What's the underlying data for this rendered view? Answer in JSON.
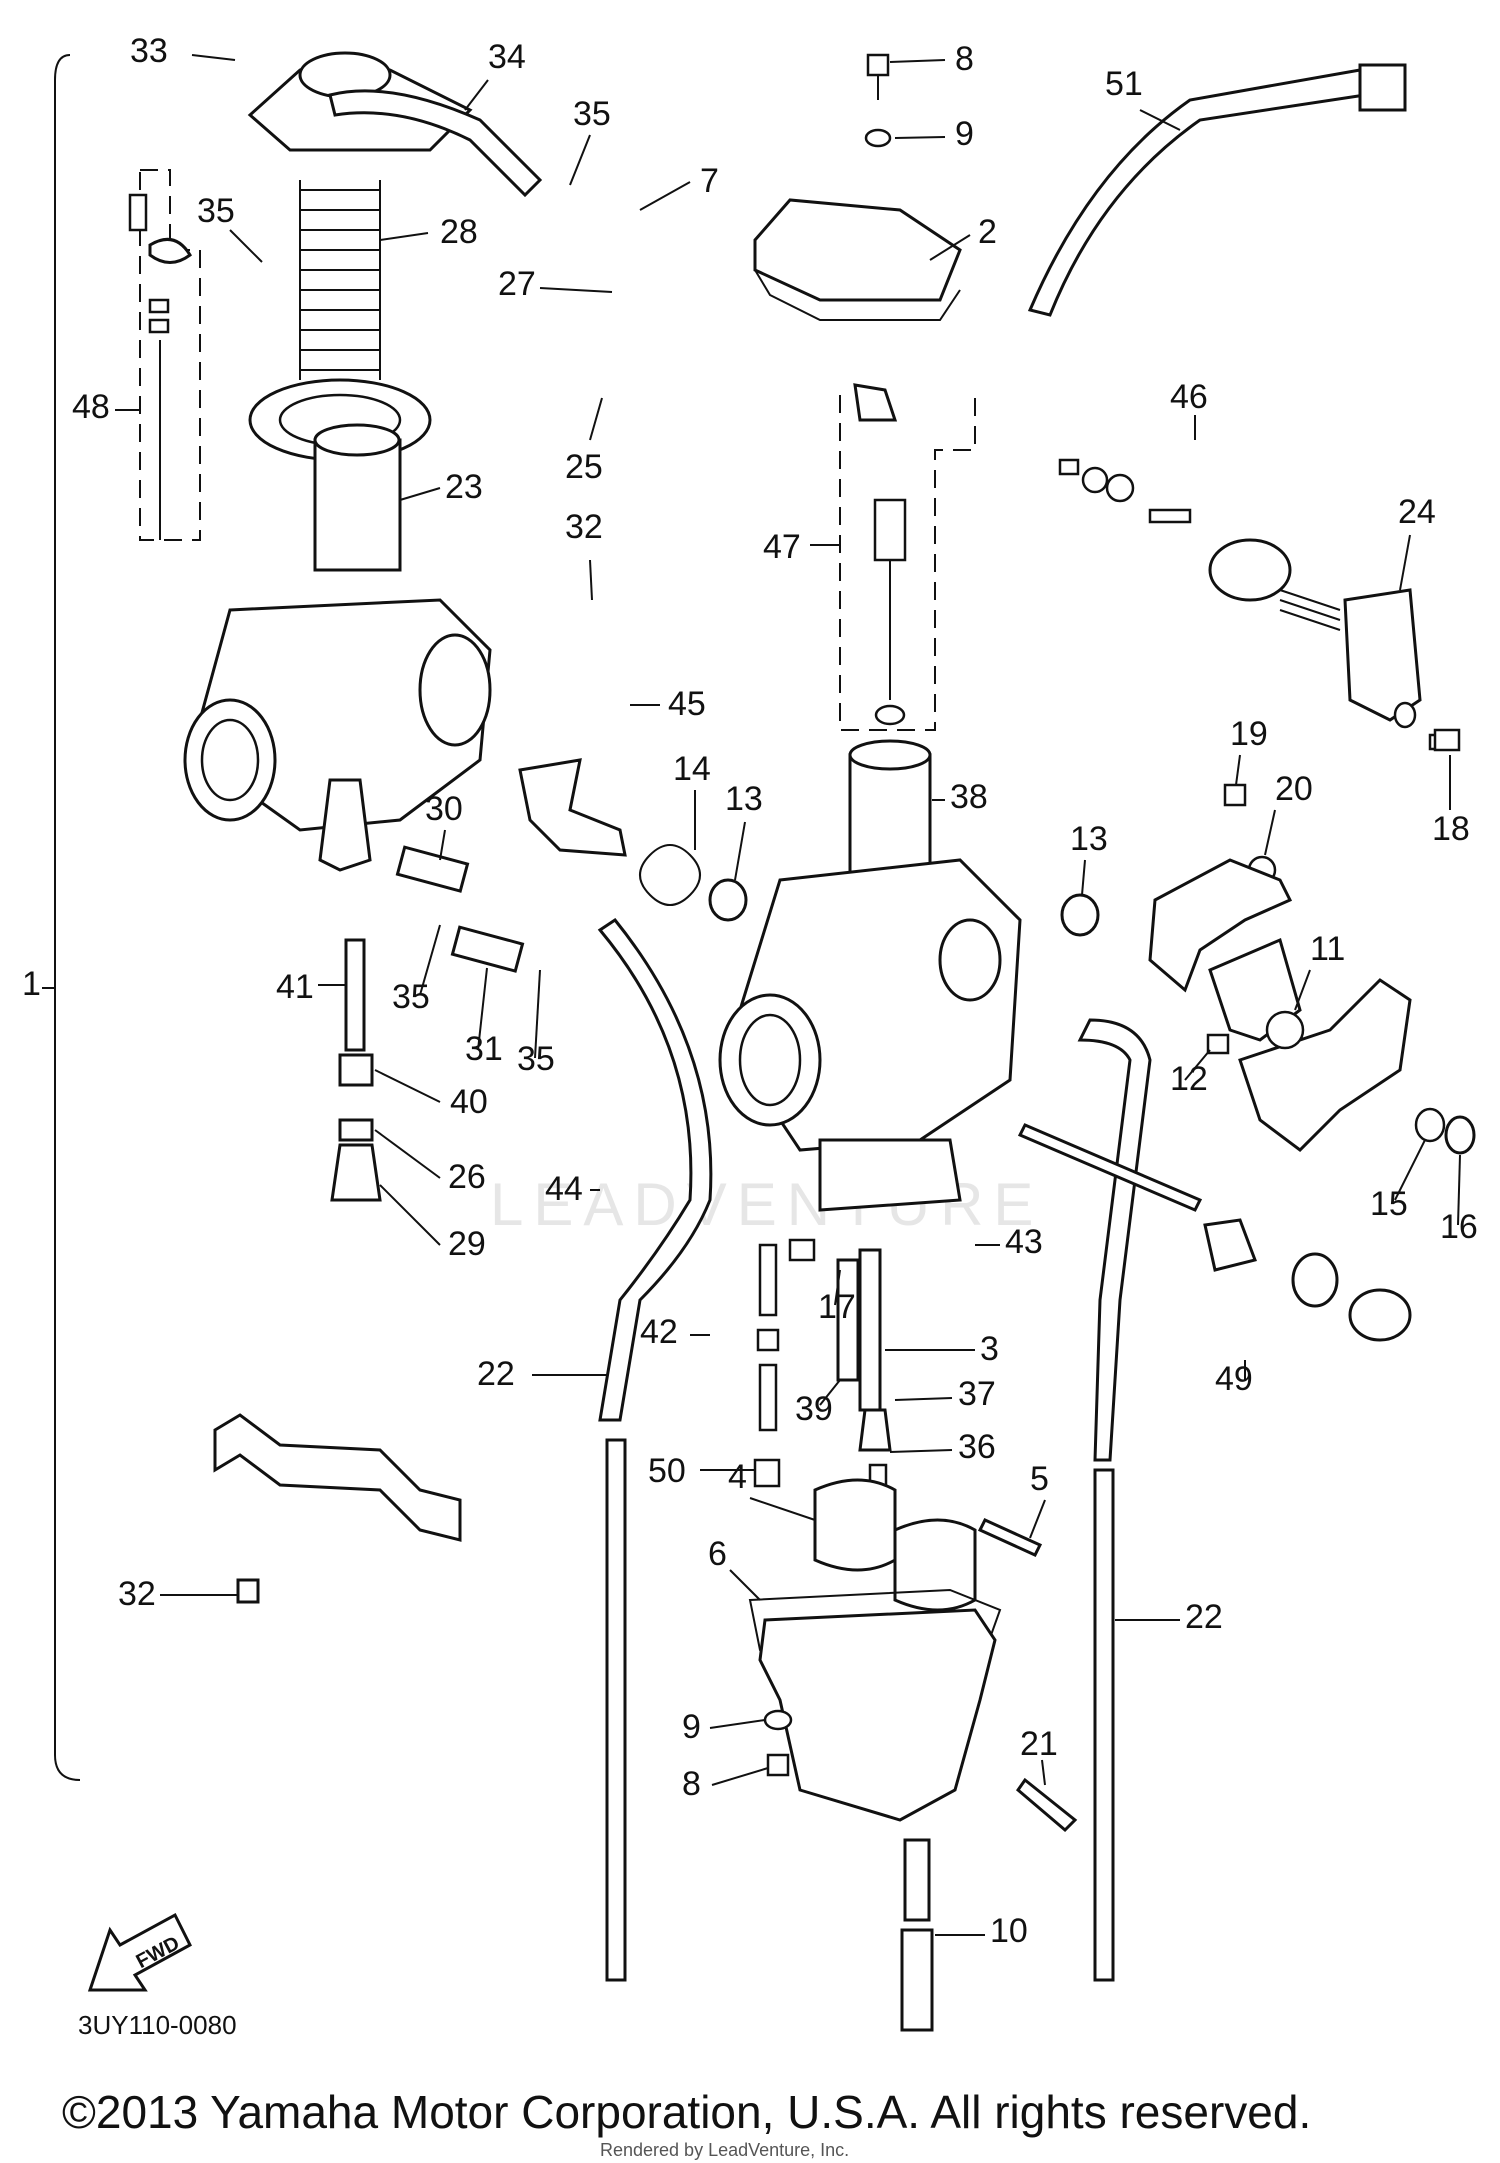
{
  "diagram": {
    "diagram_code": "3UY110-0080",
    "copyright": "©2013 Yamaha Motor Corporation, U.S.A. All rights reserved.",
    "rendered_by": "Rendered by LeadVenture, Inc.",
    "watermark": "LEADVENTURE",
    "fwd_label": "FWD",
    "callouts": [
      {
        "id": "c33",
        "text": "33"
      },
      {
        "id": "c34",
        "text": "34"
      },
      {
        "id": "c35a",
        "text": "35"
      },
      {
        "id": "c35b",
        "text": "35"
      },
      {
        "id": "c28",
        "text": "28"
      },
      {
        "id": "c48",
        "text": "48"
      },
      {
        "id": "c23",
        "text": "23"
      },
      {
        "id": "c7",
        "text": "7"
      },
      {
        "id": "c27",
        "text": "27"
      },
      {
        "id": "c25",
        "text": "25"
      },
      {
        "id": "c8a",
        "text": "8"
      },
      {
        "id": "c9a",
        "text": "9"
      },
      {
        "id": "c2",
        "text": "2"
      },
      {
        "id": "c51",
        "text": "51"
      },
      {
        "id": "c46",
        "text": "46"
      },
      {
        "id": "c24",
        "text": "24"
      },
      {
        "id": "c47",
        "text": "47"
      },
      {
        "id": "c32a",
        "text": "32"
      },
      {
        "id": "c45",
        "text": "45"
      },
      {
        "id": "c18",
        "text": "18"
      },
      {
        "id": "c19",
        "text": "19"
      },
      {
        "id": "c20",
        "text": "20"
      },
      {
        "id": "c38",
        "text": "38"
      },
      {
        "id": "c14",
        "text": "14"
      },
      {
        "id": "c13a",
        "text": "13"
      },
      {
        "id": "c13b",
        "text": "13"
      },
      {
        "id": "c30",
        "text": "30"
      },
      {
        "id": "c1",
        "text": "1"
      },
      {
        "id": "c41",
        "text": "41"
      },
      {
        "id": "c35c",
        "text": "35"
      },
      {
        "id": "c31",
        "text": "31"
      },
      {
        "id": "c35d",
        "text": "35"
      },
      {
        "id": "c11",
        "text": "11"
      },
      {
        "id": "c12",
        "text": "12"
      },
      {
        "id": "c40",
        "text": "40"
      },
      {
        "id": "c26",
        "text": "26"
      },
      {
        "id": "c29",
        "text": "29"
      },
      {
        "id": "c44",
        "text": "44"
      },
      {
        "id": "c15",
        "text": "15"
      },
      {
        "id": "c16",
        "text": "16"
      },
      {
        "id": "c43",
        "text": "43"
      },
      {
        "id": "c17",
        "text": "17"
      },
      {
        "id": "c42",
        "text": "42"
      },
      {
        "id": "c3",
        "text": "3"
      },
      {
        "id": "c22a",
        "text": "22"
      },
      {
        "id": "c39",
        "text": "39"
      },
      {
        "id": "c37",
        "text": "37"
      },
      {
        "id": "c49",
        "text": "49"
      },
      {
        "id": "c36",
        "text": "36"
      },
      {
        "id": "c50",
        "text": "50"
      },
      {
        "id": "c4",
        "text": "4"
      },
      {
        "id": "c5",
        "text": "5"
      },
      {
        "id": "c6",
        "text": "6"
      },
      {
        "id": "c32b",
        "text": "32"
      },
      {
        "id": "c22b",
        "text": "22"
      },
      {
        "id": "c9b",
        "text": "9"
      },
      {
        "id": "c21",
        "text": "21"
      },
      {
        "id": "c8b",
        "text": "8"
      },
      {
        "id": "c10",
        "text": "10"
      }
    ]
  }
}
